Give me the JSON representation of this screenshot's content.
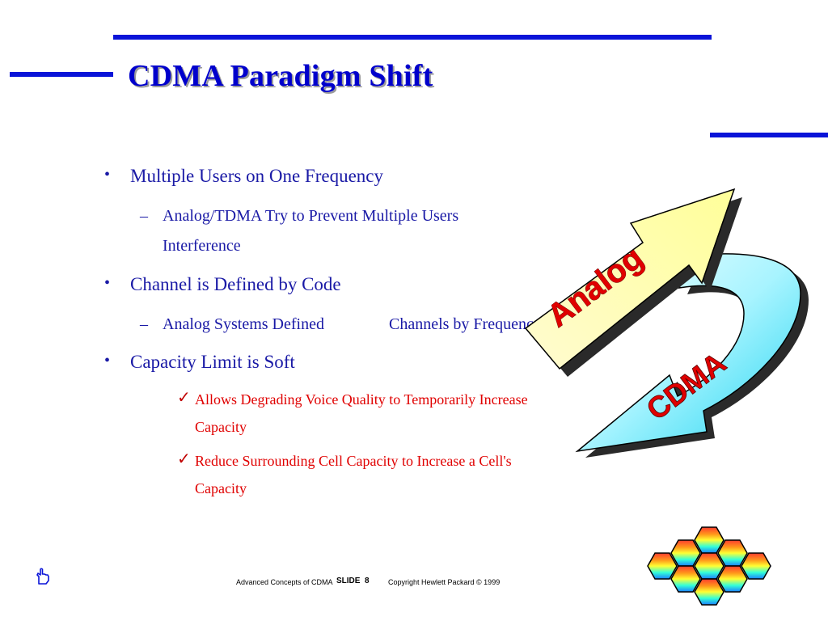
{
  "title": "CDMA Paradigm Shift",
  "bullets": {
    "b1": "Multiple Users on One Frequency",
    "b1_sub_line1": "Analog/TDMA Try to Prevent Multiple Users",
    "b1_sub_line2": "Interference",
    "b2": "Channel is Defined by Code",
    "b2_sub_part1": "Analog Systems Defined",
    "b2_sub_part2": "Channels by Frequency",
    "b3": "Capacity Limit is Soft",
    "b3_sub1_line1": "Allows Degrading Voice Quality to Temporarily Increase",
    "b3_sub1_line2": "Capacity",
    "b3_sub2_line1": "Reduce Surrounding Cell Capacity to Increase a Cell's",
    "b3_sub2_line2": "Capacity"
  },
  "symbols": {
    "bullet": "•",
    "dash": "–",
    "check": "✓"
  },
  "graphic": {
    "arrow_up_label": "Analog",
    "arrow_down_label": "CDMA"
  },
  "footer": {
    "left": "Advanced Concepts of CDMA",
    "slide": "SLIDE  8",
    "right": "Copyright Hewlett Packard © 1999"
  },
  "colors": {
    "rule_blue": "#0a14d8",
    "title_blue": "#0000cc",
    "text_blue": "#1a1aa6",
    "check_red": "#e00000",
    "label_red": "#e00000"
  },
  "icons": {
    "footer_icon": "pointing-hand-icon",
    "logo": "hexagon-cells-icon"
  }
}
